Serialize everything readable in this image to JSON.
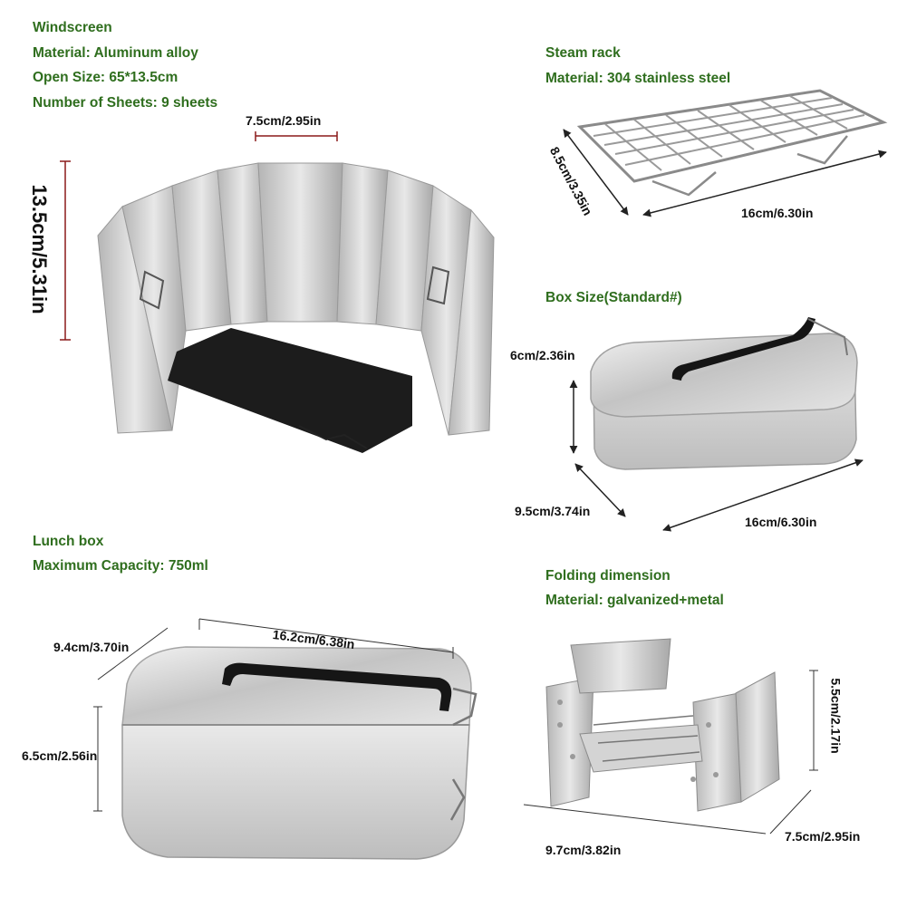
{
  "windscreen": {
    "title": "Windscreen",
    "material": "Material: Aluminum alloy",
    "open_size": "Open Size: 65*13.5cm",
    "sheets": "Number of Sheets: 9 sheets",
    "panel_width": "7.5cm/2.95in",
    "height": "13.5cm/5.31in"
  },
  "steam_rack": {
    "title": "Steam rack",
    "material": "Material: 304 stainless steel",
    "width": "8.5cm/3.35in",
    "length": "16cm/6.30in"
  },
  "box_size": {
    "title": "Box Size(Standard#)",
    "height": "6cm/2.36in",
    "width": "9.5cm/3.74in",
    "length": "16cm/6.30in"
  },
  "lunch_box": {
    "title": "Lunch box",
    "capacity": "Maximum Capacity: 750ml",
    "width": "9.4cm/3.70in",
    "length": "16.2cm/6.38in",
    "height": "6.5cm/2.56in"
  },
  "folding": {
    "title": "Folding dimension",
    "material": "Material: galvanized+metal",
    "height": "5.5cm/2.17in",
    "length": "9.7cm/3.82in",
    "width": "7.5cm/2.95in"
  },
  "colors": {
    "label_green": "#2f6e1e",
    "aluminum": "#c9c9c9",
    "handle": "#1a1a1a"
  }
}
